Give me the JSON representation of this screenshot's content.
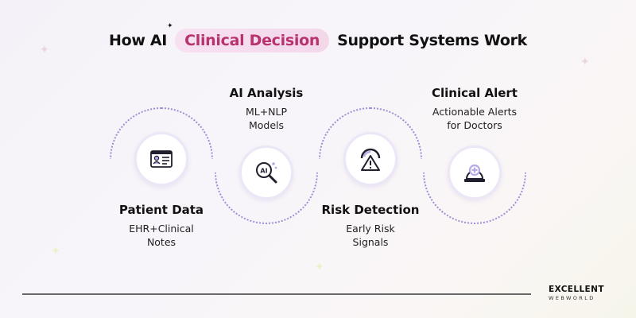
{
  "header": {
    "title_prefix": "How AI",
    "title_highlight": "Clinical Decision",
    "title_suffix": "Support Systems Work",
    "highlight_color": "#b8326e"
  },
  "steps": [
    {
      "title": "Patient Data",
      "subtitle": "EHR+Clinical\nNotes",
      "icon": "patient-record-icon"
    },
    {
      "title": "AI Analysis",
      "subtitle": "ML+NLP\nModels",
      "icon": "ai-magnifier-icon"
    },
    {
      "title": "Risk Detection",
      "subtitle": "Early Risk\nSignals",
      "icon": "risk-gauge-warning-icon"
    },
    {
      "title": "Clinical Alert",
      "subtitle": "Actionable Alerts\nfor Doctors",
      "icon": "alarm-bell-icon"
    }
  ],
  "brand": {
    "name_line1": "EXCELLENT",
    "name_line2": "WEBWORLD"
  },
  "colors": {
    "ring": "#9b8fd6",
    "accent": "#b8326e"
  }
}
